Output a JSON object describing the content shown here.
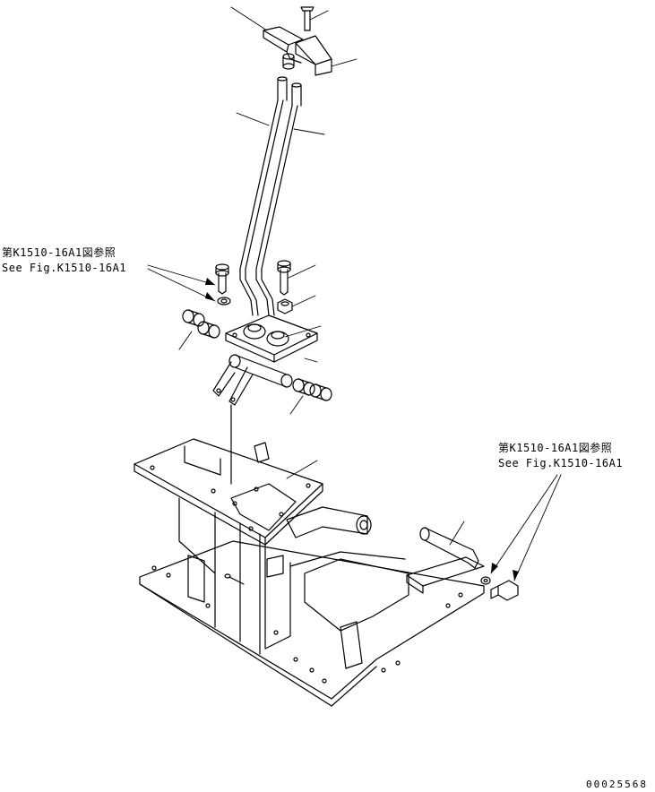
{
  "references": {
    "left": {
      "jp": "第K1510-16A1図参照",
      "en": "See Fig.K1510-16A1"
    },
    "right": {
      "jp": "第K1510-16A1図参照",
      "en": "See Fig.K1510-16A1"
    }
  },
  "document_number": "00025568",
  "colors": {
    "line": "#000000",
    "background": "#ffffff"
  }
}
